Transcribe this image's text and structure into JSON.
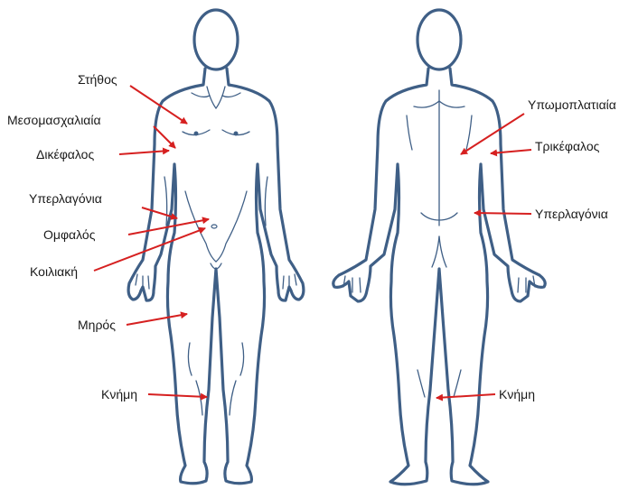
{
  "labels": {
    "front": {
      "chest": "Στήθος",
      "midaxillary": "Μεσομασχαλιαία",
      "biceps": "Δικέφαλος",
      "suprailiac": "Υπερλαγόνια",
      "umbilical": "Ομφαλός",
      "abdominal": "Κοιλιακή",
      "thigh": "Μηρός",
      "calf": "Κνήμη"
    },
    "back": {
      "subscapular": "Υπωμοπλατιαία",
      "triceps": "Τρικέφαλος",
      "suprailiac": "Υπερλαγόνια",
      "calf": "Κνήμη"
    }
  },
  "colors": {
    "body_outline": "#3f5f86",
    "arrow": "#d62020",
    "text": "#1a1a1a",
    "background": "#ffffff"
  }
}
